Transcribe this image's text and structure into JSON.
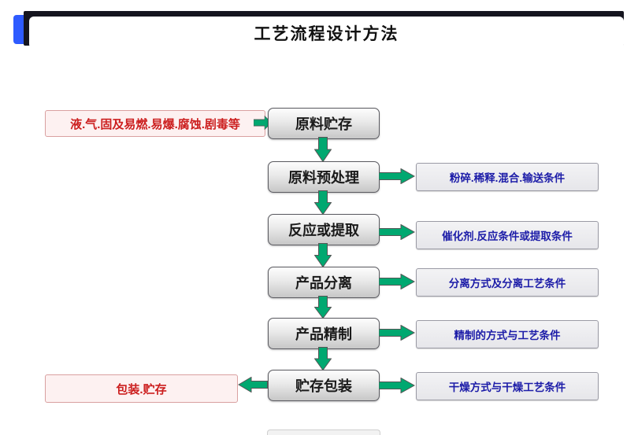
{
  "header": {
    "title": "工艺流程设计方法"
  },
  "flowchart": {
    "hazard_note": "液.气.固及易燃.易爆.腐蚀.剧毒等",
    "package_note": "包装.贮存",
    "main_steps": [
      {
        "label": "原料贮存"
      },
      {
        "label": "原料预处理",
        "note": "粉碎.稀释.混合.输送条件"
      },
      {
        "label": "反应或提取",
        "note": "催化剂.反应条件或提取条件"
      },
      {
        "label": "产品分离",
        "note": "分离方式及分离工艺条件"
      },
      {
        "label": "产品精制",
        "note": "精制的方式与工艺条件"
      },
      {
        "label": "贮存包装",
        "note": "干燥方式与干燥工艺条件"
      }
    ],
    "colors": {
      "arrow_green": "#00a870",
      "arrow_outline": "#565656",
      "step_text": "#1a1a1a",
      "note_text": "#1c1ca8",
      "hazard_text": "#cc1f1f",
      "accent_blue": "#2e5bff",
      "header_bar": "#15151f"
    }
  }
}
